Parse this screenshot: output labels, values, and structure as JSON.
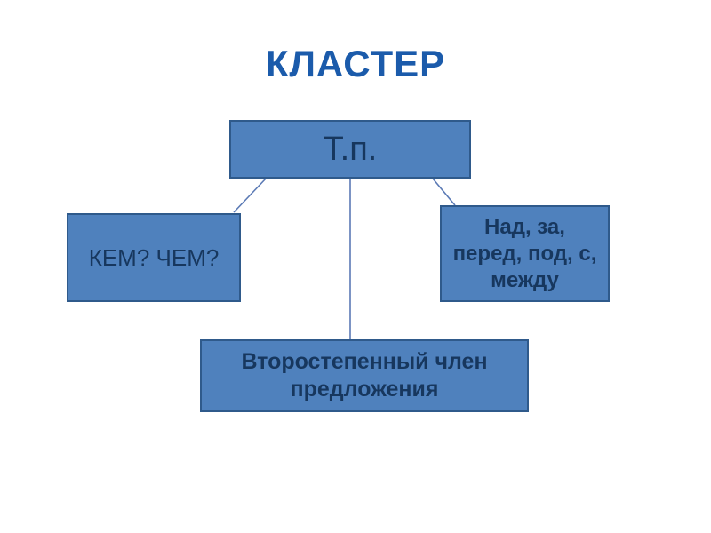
{
  "title": "КЛАСТЕР",
  "diagram": {
    "center_node": "Т.п.",
    "left_node": "КЕМ? ЧЕМ?",
    "right_node": "Над, за, перед, под, с, между",
    "bottom_node": "Второстепенный член предложения"
  },
  "colors": {
    "box_fill": "#4f81bd",
    "box_border": "#2f5a8b",
    "box_text": "#17375e",
    "title_text": "#1b5bab",
    "connector": "#5b7ab5",
    "background": "#ffffff"
  }
}
